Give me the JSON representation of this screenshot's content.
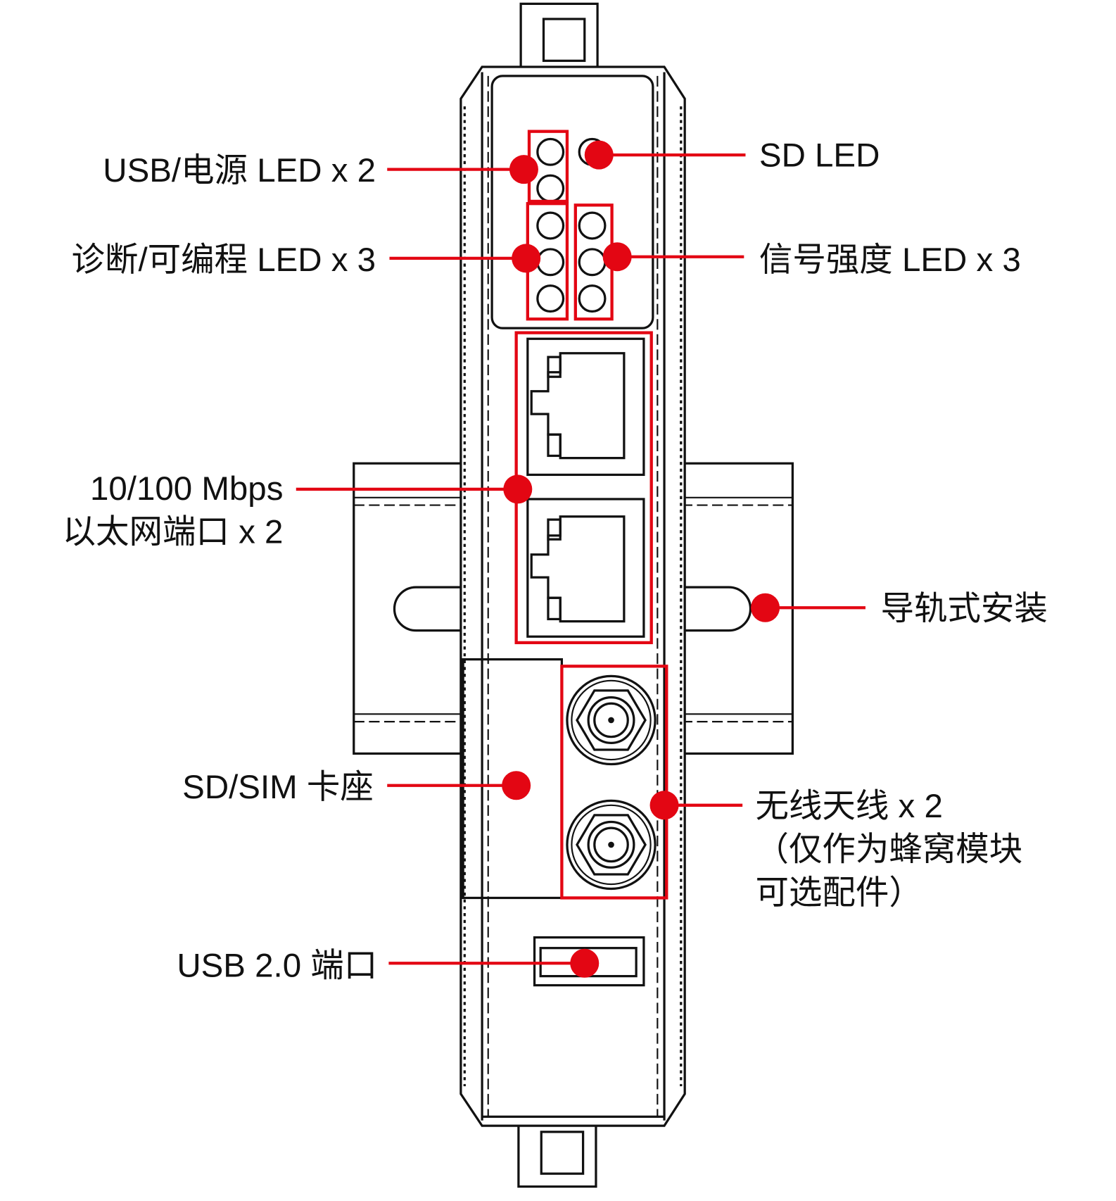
{
  "labels": {
    "usb_power_led": "USB/电源 LED x 2",
    "sd_led": "SD LED",
    "diag_prog_led": "诊断/可编程 LED x 3",
    "signal_led": "信号强度 LED x 3",
    "ethernet_line1": "10/100 Mbps",
    "ethernet_line2": "以太网端口 x 2",
    "din_rail": "导轨式安装",
    "sd_sim": "SD/SIM 卡座",
    "antenna_line1": "无线天线 x 2",
    "antenna_line2": "（仅作为蜂窝模块",
    "antenna_line3": "可选配件）",
    "usb_port": "USB 2.0 端口"
  },
  "colors": {
    "accent": "#e30613",
    "line": "#111111"
  }
}
